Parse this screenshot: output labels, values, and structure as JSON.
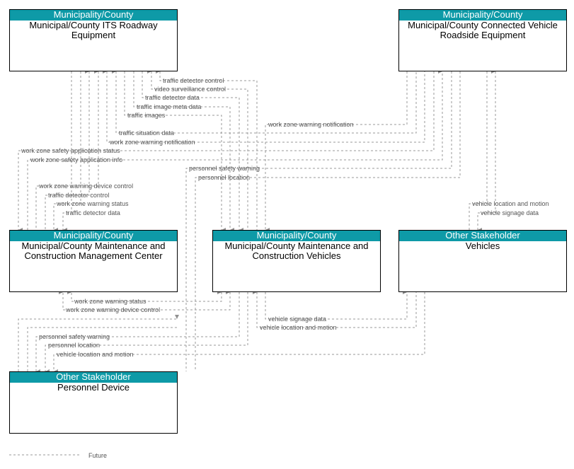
{
  "nodes": {
    "its": {
      "stakeholder": "Municipality/County",
      "title": "Municipal/County ITS Roadway Equipment"
    },
    "cv": {
      "stakeholder": "Municipality/County",
      "title": "Municipal/County Connected Vehicle Roadside Equipment"
    },
    "mcm": {
      "stakeholder": "Municipality/County",
      "title": "Municipal/County Maintenance and Construction Management Center"
    },
    "mcv": {
      "stakeholder": "Municipality/County",
      "title": "Municipal/County Maintenance and Construction Vehicles"
    },
    "veh": {
      "stakeholder": "Other Stakeholder",
      "title": "Vehicles"
    },
    "pd": {
      "stakeholder": "Other Stakeholder",
      "title": "Personnel Device"
    }
  },
  "flows": [
    "traffic detector control",
    "video surveillance control",
    "traffic detector data",
    "traffic image meta data",
    "traffic images",
    "traffic situation data",
    "work zone warning notification",
    "work zone safety application status",
    "work zone safety application info",
    "work zone warning notification",
    "personnel safety warning",
    "personnel location",
    "work zone warning device control",
    "traffic detector control",
    "work zone warning status",
    "traffic detector data",
    "vehicle location and motion",
    "vehicle signage data",
    "work zone warning status",
    "work zone warning device control",
    "vehicle signage data",
    "vehicle location and motion",
    "personnel safety warning",
    "personnel location",
    "vehicle location and motion"
  ],
  "legend": {
    "label": "Future"
  }
}
